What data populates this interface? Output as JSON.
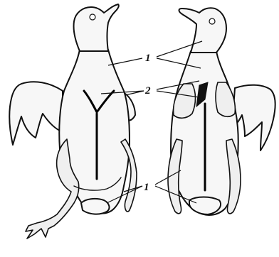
{
  "labels": {
    "neck_marker": "1",
    "chest_marker": "2",
    "tail_marker": "1"
  },
  "colors": {
    "ink": "#111111",
    "stipple": "#8a8a8a",
    "background": "#ffffff"
  }
}
